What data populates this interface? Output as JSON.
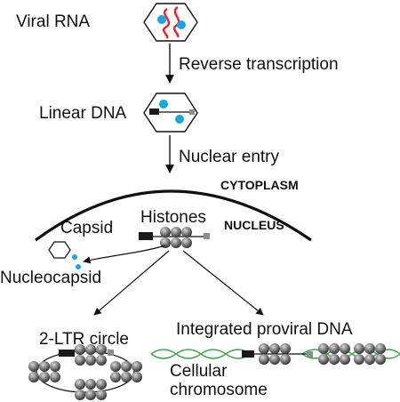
{
  "labels": {
    "viral_rna": "Viral RNA",
    "reverse_transcription": "Reverse transcription",
    "linear_dna": "Linear DNA",
    "nuclear_entry": "Nuclear entry",
    "cytoplasm": "CYTOPLASM",
    "capsid": "Capsid",
    "histones": "Histones",
    "nucleus": "NUCLEUS",
    "nucleocapsid": "Nucleocapsid",
    "ltr_circle": "2-LTR circle",
    "integrated_proviral_dna": "Integrated proviral DNA",
    "cellular": "Cellular",
    "chromosome": "chromosome"
  },
  "colors": {
    "rna": "#e8202a",
    "capsid_protein": "#1aa6e0",
    "chromosome_strand": "#3aa84a",
    "histone": "#6d6d6d",
    "ltr_box": "#1a1a1a",
    "ltr_small": "#8c8c8c",
    "line": "#111111"
  }
}
